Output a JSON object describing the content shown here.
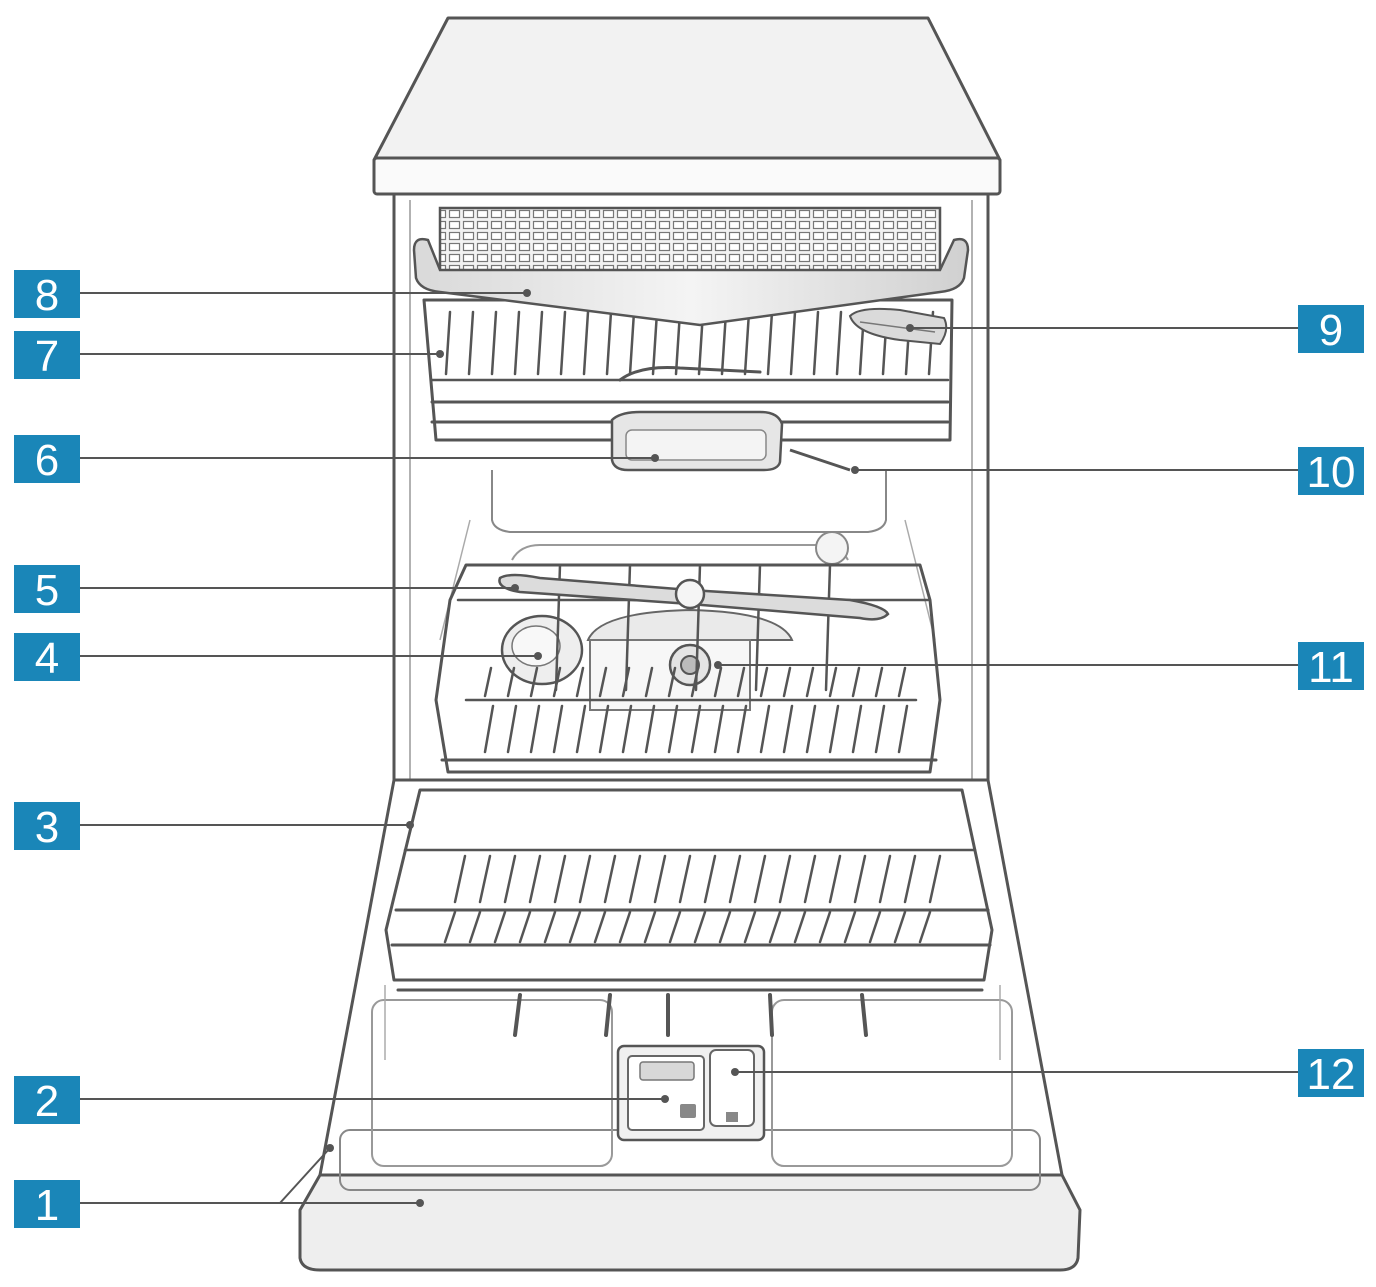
{
  "accent_color": "#1a86b8",
  "line_color": "#555555",
  "callouts": [
    {
      "id": "1",
      "label": "1"
    },
    {
      "id": "2",
      "label": "2"
    },
    {
      "id": "3",
      "label": "3"
    },
    {
      "id": "4",
      "label": "4"
    },
    {
      "id": "5",
      "label": "5"
    },
    {
      "id": "6",
      "label": "6"
    },
    {
      "id": "7",
      "label": "7"
    },
    {
      "id": "8",
      "label": "8"
    },
    {
      "id": "9",
      "label": "9"
    },
    {
      "id": "10",
      "label": "10"
    },
    {
      "id": "11",
      "label": "11"
    },
    {
      "id": "12",
      "label": "12"
    }
  ]
}
